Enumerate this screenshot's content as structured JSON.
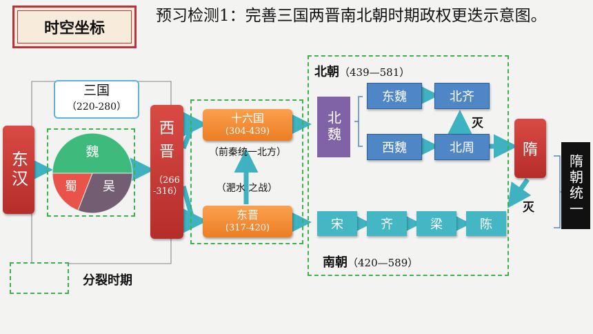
{
  "badge": {
    "label": "时空坐标"
  },
  "heading": {
    "text": "预习检测1：完善三国两晋南北朝时期政权更迭示意图。"
  },
  "dong_han": {
    "label": "东汉"
  },
  "san_guo": {
    "title": "三国",
    "years": "（220-280）"
  },
  "pie": {
    "wei": "魏",
    "shu": "蜀",
    "wu": "吴"
  },
  "xi_jin": {
    "name": "西晋",
    "years": "（266-316）"
  },
  "shi_liu_guo": {
    "name": "十六国",
    "years": "(304-439)",
    "note": "（前秦统一北方）"
  },
  "battle": {
    "label": "（淝水  之战）"
  },
  "dong_jin": {
    "name": "东晋",
    "years": "(317-420)"
  },
  "bei_chao": {
    "label": "北朝",
    "years": "（439—581）",
    "bei_wei": "北魏"
  },
  "north_states": {
    "dong_wei": "东魏",
    "bei_qi": "北齐",
    "xi_wei": "西魏",
    "bei_zhou": "北周",
    "mie": "灭"
  },
  "sui": {
    "label": "隋",
    "mie": "灭",
    "unify": "隋朝统一"
  },
  "south_states": {
    "song": "宋",
    "qi": "齐",
    "liang": "梁",
    "chen": "陈"
  },
  "nan_chao": {
    "label": "南朝",
    "years": "（420—589）"
  },
  "legend": {
    "label": "分裂时期"
  },
  "colors": {
    "red": "#c23a36",
    "orange": "#f28a34",
    "blue": "#4f86c6",
    "teal": "#45b6c4",
    "purple": "#8063a6",
    "green_dash": "#3db24a",
    "arrow": "#3fb2c2"
  }
}
